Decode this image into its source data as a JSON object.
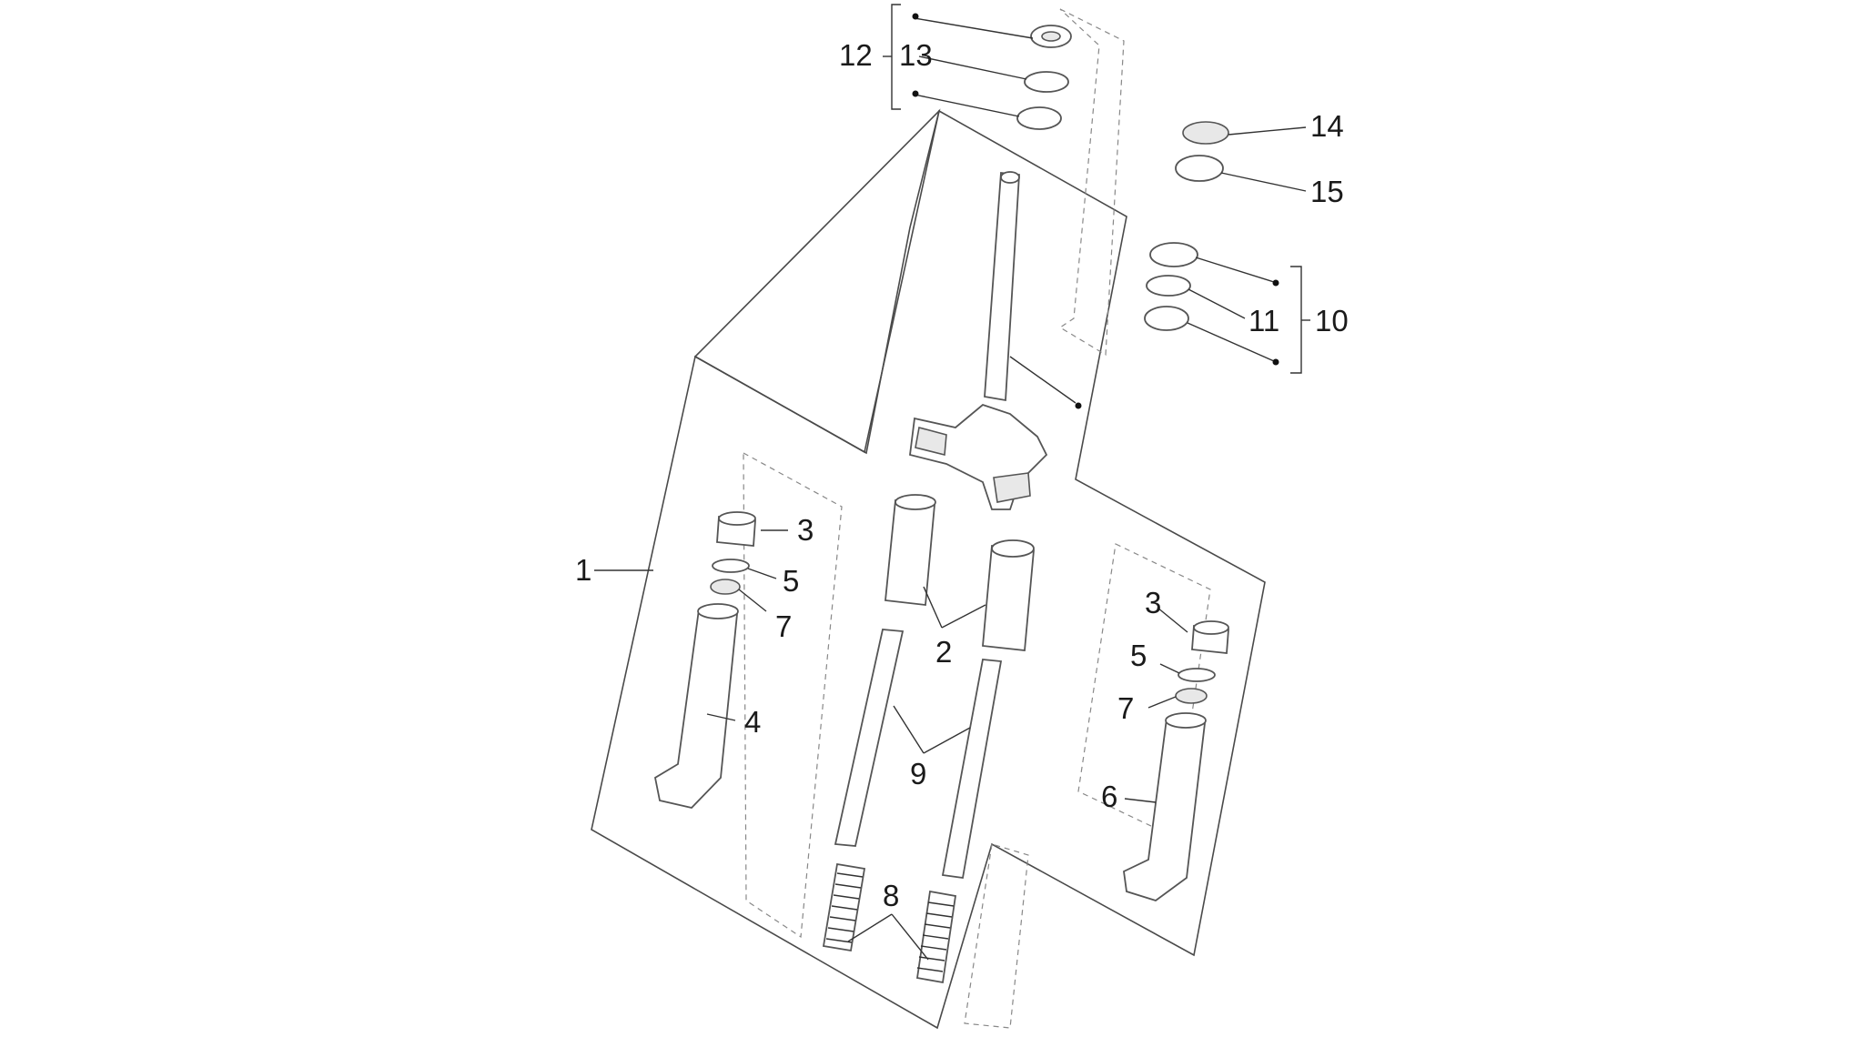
{
  "callouts": {
    "c1": "1",
    "c2": "2",
    "c3_left": "3",
    "c3_right": "3",
    "c4": "4",
    "c5_left": "5",
    "c5_right": "5",
    "c6": "6",
    "c7_left": "7",
    "c7_right": "7",
    "c8": "8",
    "c9": "9",
    "c10": "10",
    "c11": "11",
    "c12": "12",
    "c13": "13",
    "c14": "14",
    "c15": "15"
  }
}
